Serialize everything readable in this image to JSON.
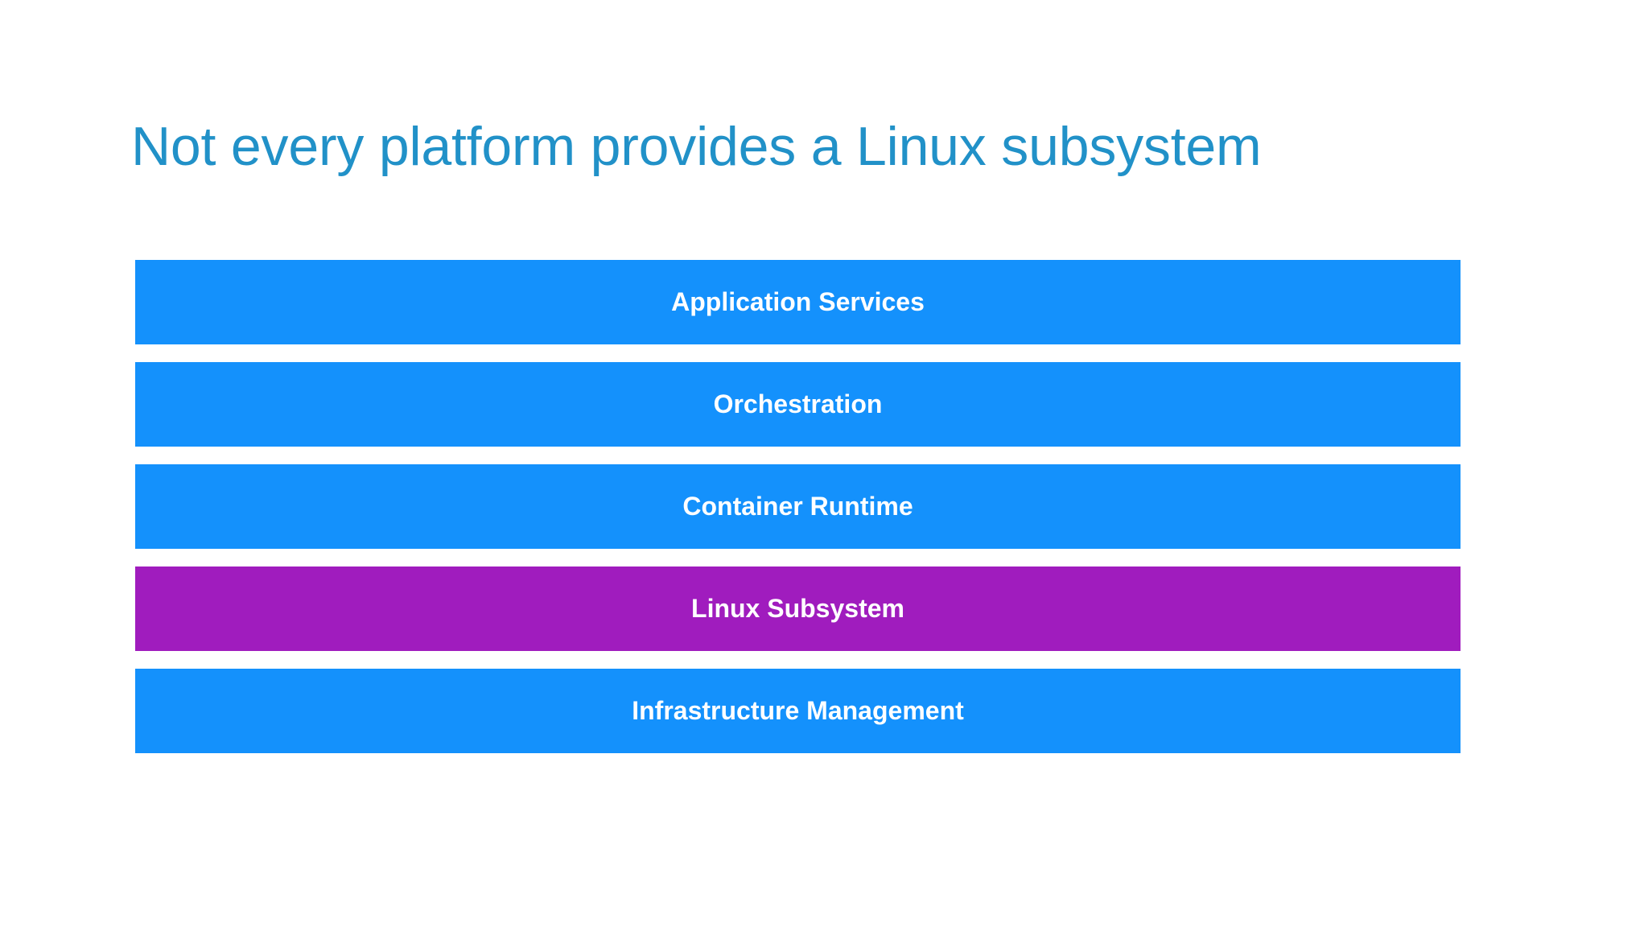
{
  "slide": {
    "title": "Not every platform provides a Linux subsystem",
    "background_color": "#ffffff",
    "title_color": "#2191c8"
  },
  "diagram": {
    "type": "layered-stack",
    "name": "platform-layer-stack",
    "highlight_color": "#a01cbe",
    "default_color": "#1491fc",
    "label_color": "#ffffff",
    "layers": [
      {
        "label": "Application Services",
        "color": "#1491fc",
        "highlighted": false
      },
      {
        "label": "Orchestration",
        "color": "#1491fc",
        "highlighted": false
      },
      {
        "label": "Container Runtime",
        "color": "#1491fc",
        "highlighted": false
      },
      {
        "label": "Linux Subsystem",
        "color": "#a01cbe",
        "highlighted": true
      },
      {
        "label": "Infrastructure Management",
        "color": "#1491fc",
        "highlighted": false
      }
    ]
  }
}
